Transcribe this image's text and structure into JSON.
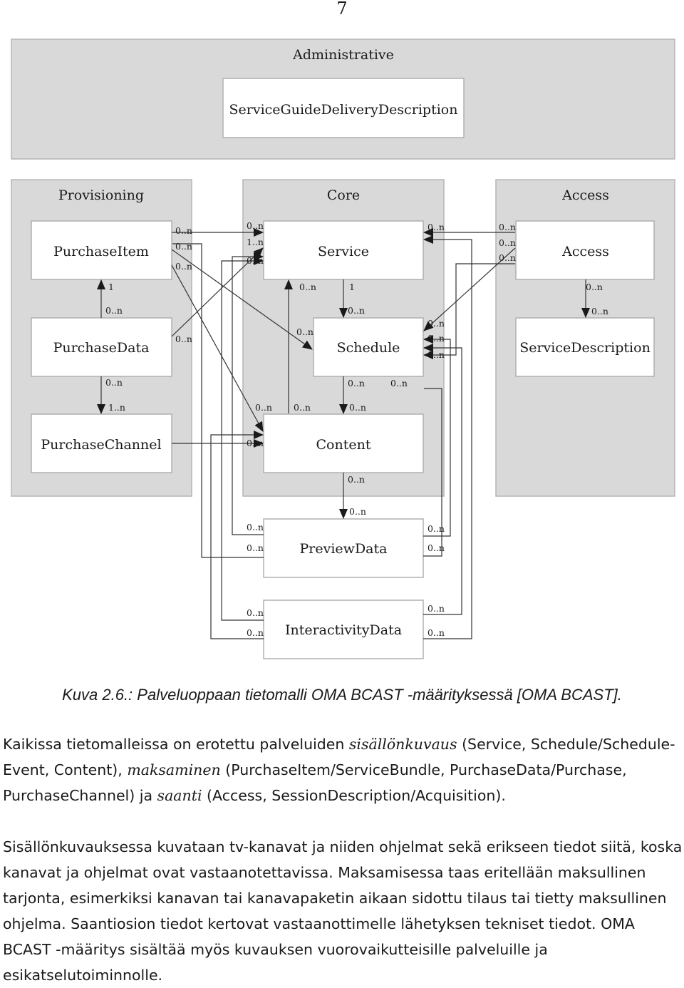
{
  "page_number": "7",
  "diagram": {
    "packages": {
      "administrative": "Administrative",
      "provisioning": "Provisioning",
      "core": "Core",
      "access": "Access"
    },
    "classes": {
      "service_guide_delivery_description": "ServiceGuideDeliveryDescription",
      "purchase_item": "PurchaseItem",
      "service": "Service",
      "access": "Access",
      "purchase_data": "PurchaseData",
      "schedule": "Schedule",
      "service_description": "ServiceDescription",
      "purchase_channel": "PurchaseChannel",
      "content": "Content",
      "preview_data": "PreviewData",
      "interactivity_data": "InteractivityData"
    },
    "multiplicities": {
      "zero_n": "0..n",
      "one": "1",
      "one_n": "1..n"
    }
  },
  "caption": "Kuva 2.6.: Palveluoppaan tietomalli OMA BCAST -määrityksessä [OMA BCAST].",
  "paragraph1": {
    "s1": "Kaikissa tietomalleissa on erotettu palveluiden ",
    "em1": "sisällönkuvaus",
    "s2": " (Service, Schedule/Schedule-Event, Content), ",
    "em2": "maksaminen",
    "s3": " (PurchaseItem/ServiceBundle, PurchaseData/Purchase, PurchaseChannel) ja ",
    "em3": "saanti",
    "s4": " (Access, SessionDescription/Acquisition)."
  },
  "paragraph2": "Sisällönkuvauksessa kuvataan tv-kanavat ja niiden ohjelmat sekä erikseen tiedot siitä, koska kanavat ja ohjelmat ovat vastaanotettavissa. Maksamisessa taas eritellään maksullinen tarjonta, esimerkiksi kanavan tai kanavapaketin aikaan sidottu tilaus tai tietty maksullinen ohjelma. Saantiosion tiedot kertovat vastaanottimelle lähetyksen tekniset tiedot. OMA BCAST -määritys sisältää myös kuvauksen vuorovaikutteisille palveluille ja esikatselutoiminnolle."
}
